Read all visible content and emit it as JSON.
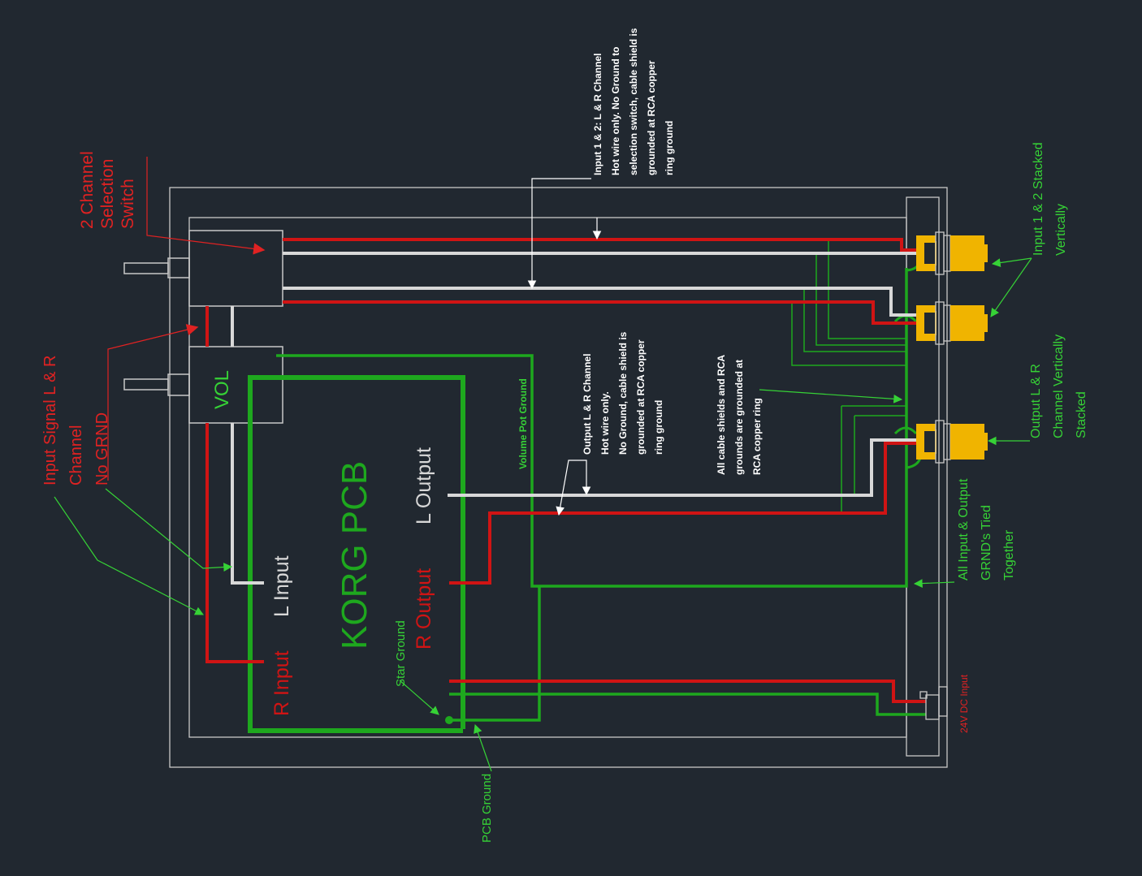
{
  "colors": {
    "background": "#212830",
    "hot_red": "#d01414",
    "ground_green": "#1ea81e",
    "wire_grey": "#d8d8d8",
    "label_green": "#36d236",
    "label_red": "#e02222",
    "label_white": "#ffffff",
    "rca_gold": "#f0b400"
  },
  "labels": {
    "selection_switch": [
      "2 Channel",
      "Selection",
      "Switch"
    ],
    "input_signal": [
      "Input Signal L & R",
      "Channel",
      "No GRND"
    ],
    "input_note": [
      "Input 1 & 2: L & R Channel",
      "Hot wire only. No Ground to",
      "selection switch, cable shield is",
      "grounded at RCA copper",
      "ring ground"
    ],
    "input_stacked": [
      "Input 1 & 2 Stacked",
      "Vertically"
    ],
    "output_stacked": [
      "Output L & R",
      "Channel Vertically",
      "Stacked"
    ],
    "output_note": [
      "Output L & R Channel",
      "Hot wire only.",
      "No Ground, cable shield is",
      "grounded at RCA copper",
      "ring ground"
    ],
    "shields_note": [
      "All cable shields and RCA",
      "grounds are grounded at",
      "RCA copper ring"
    ],
    "grnd_tied": [
      "All Input & Output",
      "GRND's Tied",
      "Together"
    ],
    "volume_pot_ground": "Volume Pot Ground",
    "vol": "VOL",
    "korg_pcb": "KORG PCB",
    "l_output": "L Output",
    "r_output": "R Output",
    "l_input": "L Input",
    "r_input": "R Input",
    "star_ground": "Star Ground",
    "pcb_ground": "PCB Ground",
    "dc_input": "24V DC Input"
  }
}
